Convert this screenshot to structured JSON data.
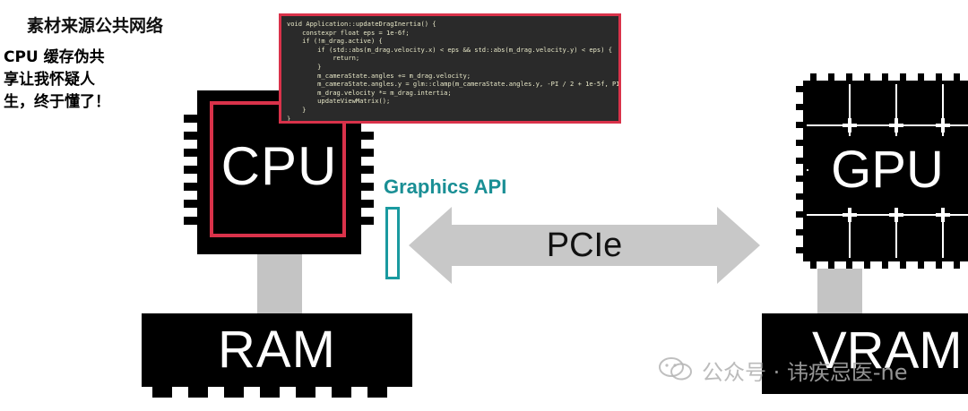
{
  "header": {
    "title": "素材来源公共网络",
    "caption": "CPU 缓存伪共享让我怀疑人生，终于懂了！"
  },
  "cpu": {
    "label": "CPU"
  },
  "code_snippet": {
    "lines": [
      "void Application::updateDragInertia() {",
      "    constexpr float eps = 1e-6f;",
      "    if (!m_drag.active) {",
      "        if (std::abs(m_drag.velocity.x) < eps && std::abs(m_drag.velocity.y) < eps) {",
      "            return;",
      "        }",
      "        m_cameraState.angles += m_drag.velocity;",
      "        m_cameraState.angles.y = glm::clamp(m_cameraState.angles.y, -PI / 2 + 1e-5f, PI",
      "        m_drag.velocity *= m_drag.intertia;",
      "        updateViewMatrix();",
      "    }",
      "}"
    ]
  },
  "ram": {
    "label": "RAM"
  },
  "graphics_api": {
    "label": "Graphics API"
  },
  "pcie": {
    "label": "PCIe"
  },
  "gpu": {
    "label": "GPU"
  },
  "vram": {
    "label": "VRAM"
  },
  "watermark": {
    "text": "公众号 · 讳疾忌医-ne"
  },
  "colors": {
    "accent_red": "#d9324a",
    "teal": "#1a9aa0",
    "connector_gray": "#c4c4c4",
    "chip_black": "#000000"
  }
}
